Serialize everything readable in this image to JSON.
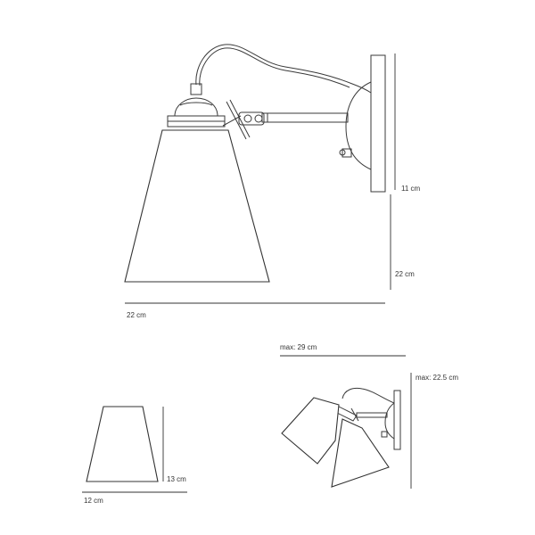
{
  "dimensions": {
    "main_height_upper": "11 cm",
    "main_height_total": "22 cm",
    "main_width": "22 cm",
    "shade_height": "13 cm",
    "shade_width": "12 cm",
    "max_width": "max: 29 cm",
    "max_height": "max: 22.5 cm"
  }
}
